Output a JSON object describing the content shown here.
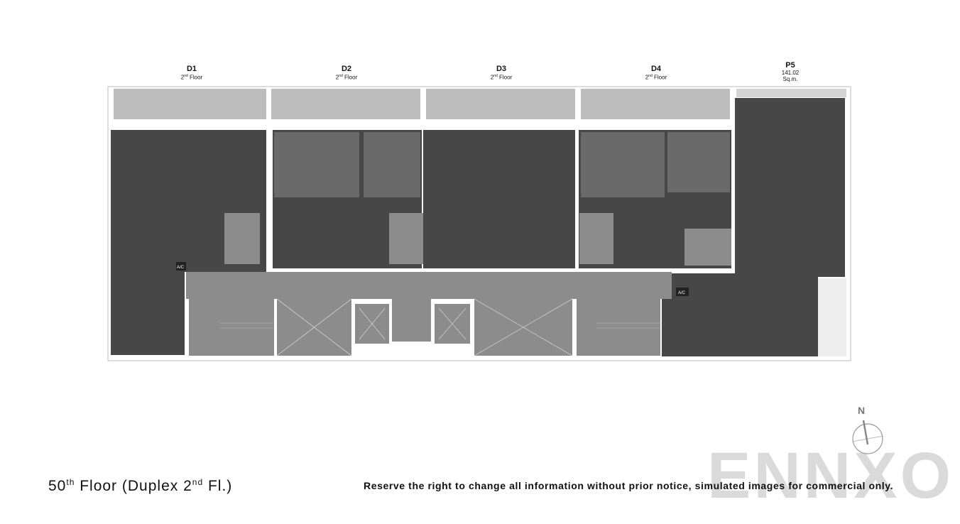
{
  "units": [
    {
      "name": "D1",
      "sub_prefix": "2",
      "sub_sup": "nd",
      "sub_suffix": " Floor"
    },
    {
      "name": "D2",
      "sub_prefix": "2",
      "sub_sup": "nd",
      "sub_suffix": " Floor"
    },
    {
      "name": "D3",
      "sub_prefix": "2",
      "sub_sup": "nd",
      "sub_suffix": " Floor"
    },
    {
      "name": "D4",
      "sub_prefix": "2",
      "sub_sup": "nd",
      "sub_suffix": " Floor"
    },
    {
      "name": "P5",
      "area": "141.02",
      "area_unit": "Sq.m."
    }
  ],
  "ac_label": "A/C",
  "compass": {
    "label": "N",
    "icon": "north-arrow-icon"
  },
  "title": {
    "prefix": "50",
    "sup1": "th",
    "mid": " Floor (Duplex 2",
    "sup2": "nd",
    "suffix": " Fl.)"
  },
  "disclaimer": "Reserve the right to change all information without prior notice, simulated images for commercial only.",
  "watermark": "ENNXO",
  "colors": {
    "unit": "#474747",
    "core": "#8c8c8c",
    "balcony": "#bdbdbd",
    "wall": "#ffffff"
  }
}
